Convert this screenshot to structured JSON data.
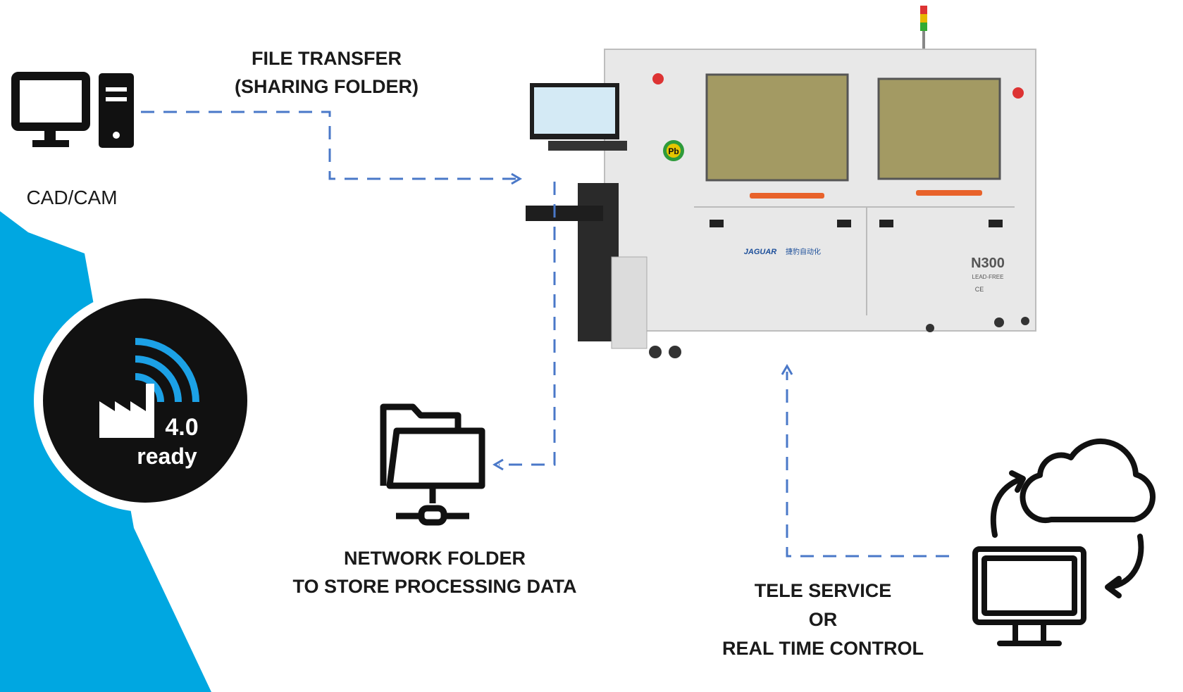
{
  "labels": {
    "cad_cam": "CAD/CAM",
    "file_transfer": [
      "FILE TRANSFER",
      "(SHARING FOLDER)"
    ],
    "network_folder": [
      "NETWORK FOLDER",
      "TO STORE PROCESSING DATA"
    ],
    "tele_service": [
      "TELE SERVICE",
      "OR",
      "REAL TIME CONTROL"
    ]
  },
  "badge": {
    "version": "4.0",
    "status": "ready"
  },
  "machine": {
    "brand": "JAGUAR",
    "brand_cn": "捷豹自动化",
    "model": "N300",
    "lead_free": "LEAD-FREE",
    "ce_mark": "CE",
    "pb_mark": "Pb"
  },
  "colors": {
    "accent_blue": "#00a7e1",
    "connector": "#4a78c8",
    "badge_bg": "#111111",
    "badge_arc": "#1ca1e6",
    "machine_body": "#e8e8e8",
    "handle": "#e8622a"
  },
  "icons": [
    "desktop-computer-icon",
    "network-folder-icon",
    "cloud-sync-icon",
    "factory-icon",
    "signal-arcs-icon"
  ]
}
